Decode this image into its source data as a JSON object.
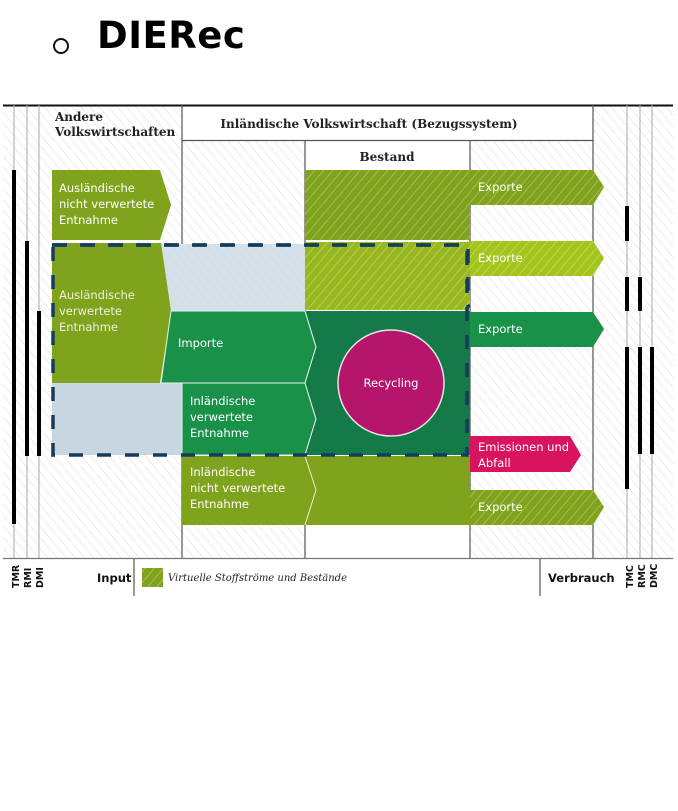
{
  "slide": {
    "bullet_icon": "hollow-circle-bullet",
    "title": "DIERec"
  },
  "diagram": {
    "header_left": [
      "Andere",
      "Volkswirtschaften"
    ],
    "header_domestic": "Inländische Volkswirtschaft (Bezugssystem)",
    "header_stock": "Bestand",
    "flows": {
      "foreign_unused": [
        "Ausländische",
        "nicht verwertete",
        "Entnahme"
      ],
      "foreign_used": [
        "Ausländische",
        "verwertete",
        "Entnahme"
      ],
      "imports": [
        "Importe"
      ],
      "domestic_used": [
        "Inländische",
        "verwertete",
        "Entnahme"
      ],
      "domestic_unused": [
        "Inländische",
        "nicht verwertete",
        "Entnahme"
      ],
      "recycling": "Recycling",
      "exports_1": "Exporte",
      "exports_2": "Exporte",
      "exports_3": "Exporte",
      "exports_4": "Exporte",
      "emissions": [
        "Emissionen und",
        "Abfall"
      ]
    },
    "left_indicators": [
      "TMR",
      "RMI",
      "DMI"
    ],
    "right_indicators": [
      "TMC",
      "RMC",
      "DMC"
    ],
    "input_label": "Input",
    "consumption_label": "Verbrauch",
    "legend_text": "Virtuelle Stoffströme und Bestände",
    "colors": {
      "olive_green": "#7fa31c",
      "light_green": "#a3c41a",
      "medium_green": "#1a9149",
      "dark_green": "#137a48",
      "magenta": "#b5166b",
      "pink_red": "#d8145f",
      "blue_grey": "#c8d6e2",
      "dash_navy": "#143c5c"
    }
  }
}
